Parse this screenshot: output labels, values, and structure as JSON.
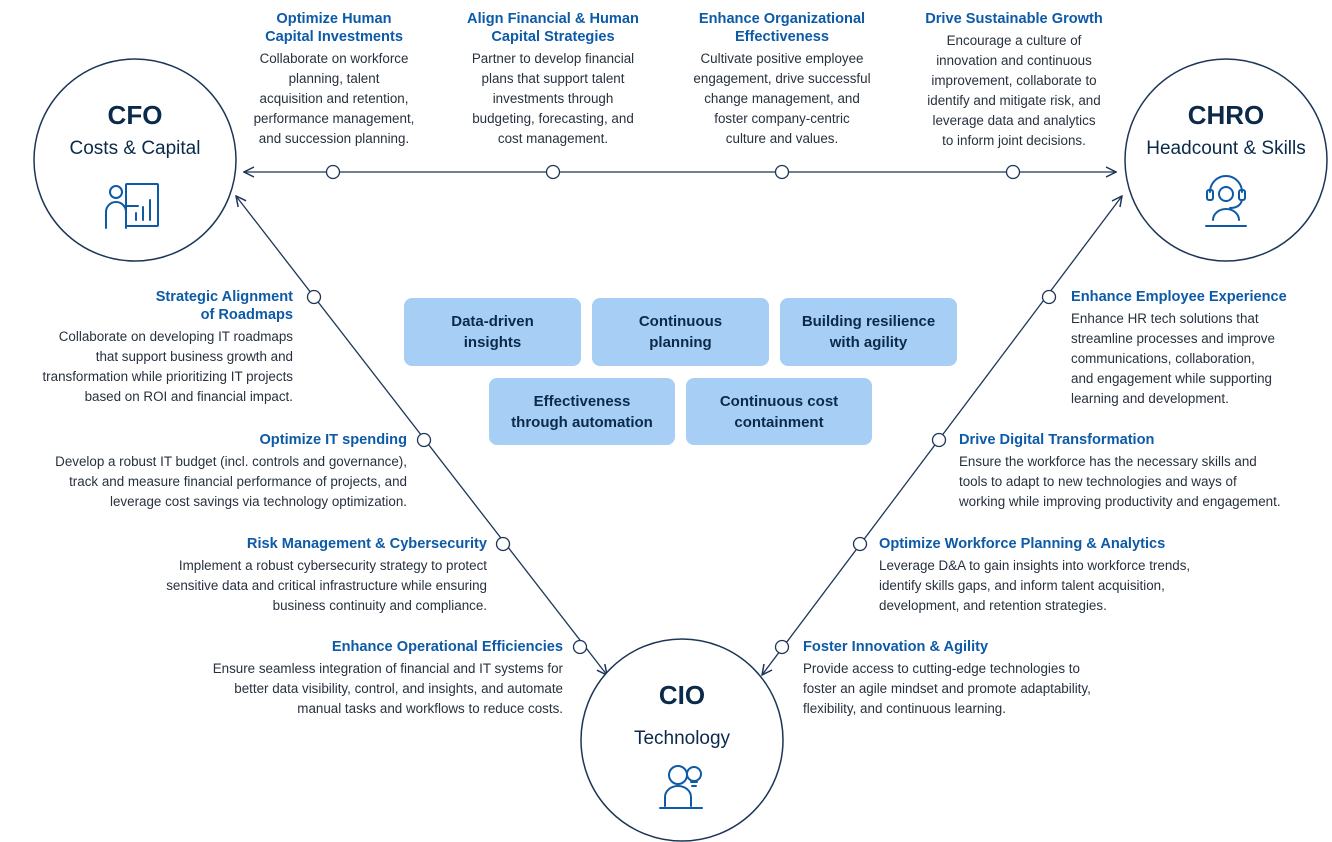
{
  "colors": {
    "accent": "#0d5aa7",
    "line": "#1d3557",
    "pill": "#a7cff6"
  },
  "roles": {
    "cfo": {
      "name": "CFO",
      "subtitle": "Costs & Capital",
      "icon": "presenter-chart-icon"
    },
    "chro": {
      "name": "CHRO",
      "subtitle": "Headcount & Skills",
      "icon": "headset-person-icon"
    },
    "cio": {
      "name": "CIO",
      "subtitle": "Technology",
      "icon": "person-lightbulb-icon"
    }
  },
  "top": [
    {
      "title": "Optimize Human\nCapital Investments",
      "body": "Collaborate on workforce\nplanning, talent\nacquisition and retention,\nperformance management,\nand succession planning."
    },
    {
      "title": "Align Financial & Human\nCapital Strategies",
      "body": "Partner to develop financial\nplans that support talent\ninvestments through\nbudgeting, forecasting, and\ncost management."
    },
    {
      "title": "Enhance Organizational\nEffectiveness",
      "body": "Cultivate positive employee\nengagement, drive successful\nchange management, and\nfoster company-centric\nculture and values."
    },
    {
      "title": "Drive Sustainable Growth",
      "body": "Encourage a culture of\ninnovation and continuous\nimprovement, collaborate to\nidentify and mitigate risk, and\nleverage data and analytics\nto inform joint decisions."
    }
  ],
  "left": [
    {
      "title": "Strategic Alignment\nof Roadmaps",
      "body": "Collaborate on developing IT roadmaps\nthat support business growth and\ntransformation while prioritizing IT projects\nbased on ROI and financial impact."
    },
    {
      "title": "Optimize IT spending",
      "body": "Develop a robust IT budget (incl. controls and governance),\ntrack and measure financial performance of projects, and\nleverage cost savings via technology optimization."
    },
    {
      "title": "Risk Management & Cybersecurity",
      "body": "Implement a robust cybersecurity strategy to protect\nsensitive data and critical infrastructure while ensuring\nbusiness continuity and compliance."
    },
    {
      "title": "Enhance Operational Efficiencies",
      "body": "Ensure seamless integration of financial and IT systems for\nbetter data visibility, control, and insights, and automate\nmanual tasks and workflows to reduce costs."
    }
  ],
  "right": [
    {
      "title": "Enhance Employee Experience",
      "body": "Enhance HR tech solutions that\nstreamline processes and improve\ncommunications, collaboration,\nand engagement while supporting\nlearning and development."
    },
    {
      "title": "Drive Digital Transformation",
      "body": "Ensure the workforce has the necessary skills and\ntools to adapt to new technologies and ways of\nworking while improving productivity and engagement."
    },
    {
      "title": "Optimize Workforce Planning & Analytics",
      "body": "Leverage D&A to gain insights into workforce trends,\nidentify skills gaps, and inform talent acquisition,\ndevelopment, and retention strategies."
    },
    {
      "title": "Foster Innovation & Agility",
      "body": "Provide access to cutting-edge technologies to\nfoster an agile mindset and promote adaptability,\nflexibility, and continuous learning."
    }
  ],
  "center": [
    "Data-driven\ninsights",
    "Continuous\nplanning",
    "Building resilience\nwith agility",
    "Effectiveness\nthrough automation",
    "Continuous cost\ncontainment"
  ]
}
